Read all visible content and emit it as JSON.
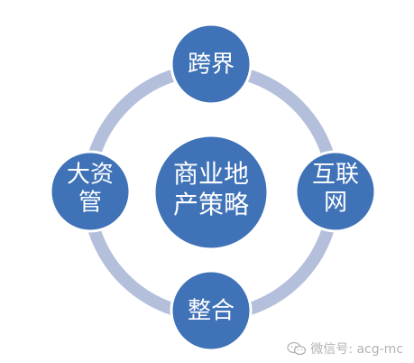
{
  "diagram": {
    "center": {
      "line1": "商业地",
      "line2": "产策略"
    },
    "top": {
      "line1": "跨界"
    },
    "right": {
      "line1": "互联",
      "line2": "网"
    },
    "bottom": {
      "line1": "整合"
    },
    "left": {
      "line1": "大资",
      "line2": "管"
    }
  },
  "watermark": {
    "text": "微信号: acg-mc",
    "icon": "wechat-icon"
  },
  "colors": {
    "node_fill": "#3f72b7",
    "node_stroke": "#ffffff",
    "ring": "#b4c0db",
    "watermark": "#b3b3b3"
  }
}
